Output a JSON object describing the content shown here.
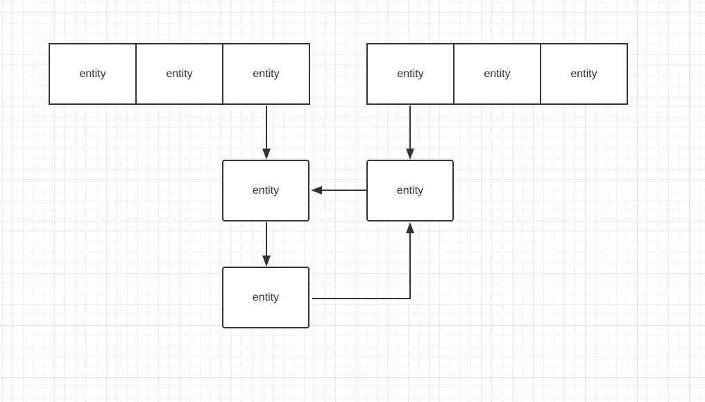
{
  "diagram": {
    "top_left_row": [
      "entity",
      "entity",
      "entity"
    ],
    "top_right_row": [
      "entity",
      "entity",
      "entity"
    ],
    "center_box": "entity",
    "right_box": "entity",
    "bottom_box": "entity"
  },
  "colors": {
    "stroke": "#333333",
    "text": "#333333",
    "grid_major": "#e3e3e3",
    "grid_minor": "#f1f1f1"
  }
}
